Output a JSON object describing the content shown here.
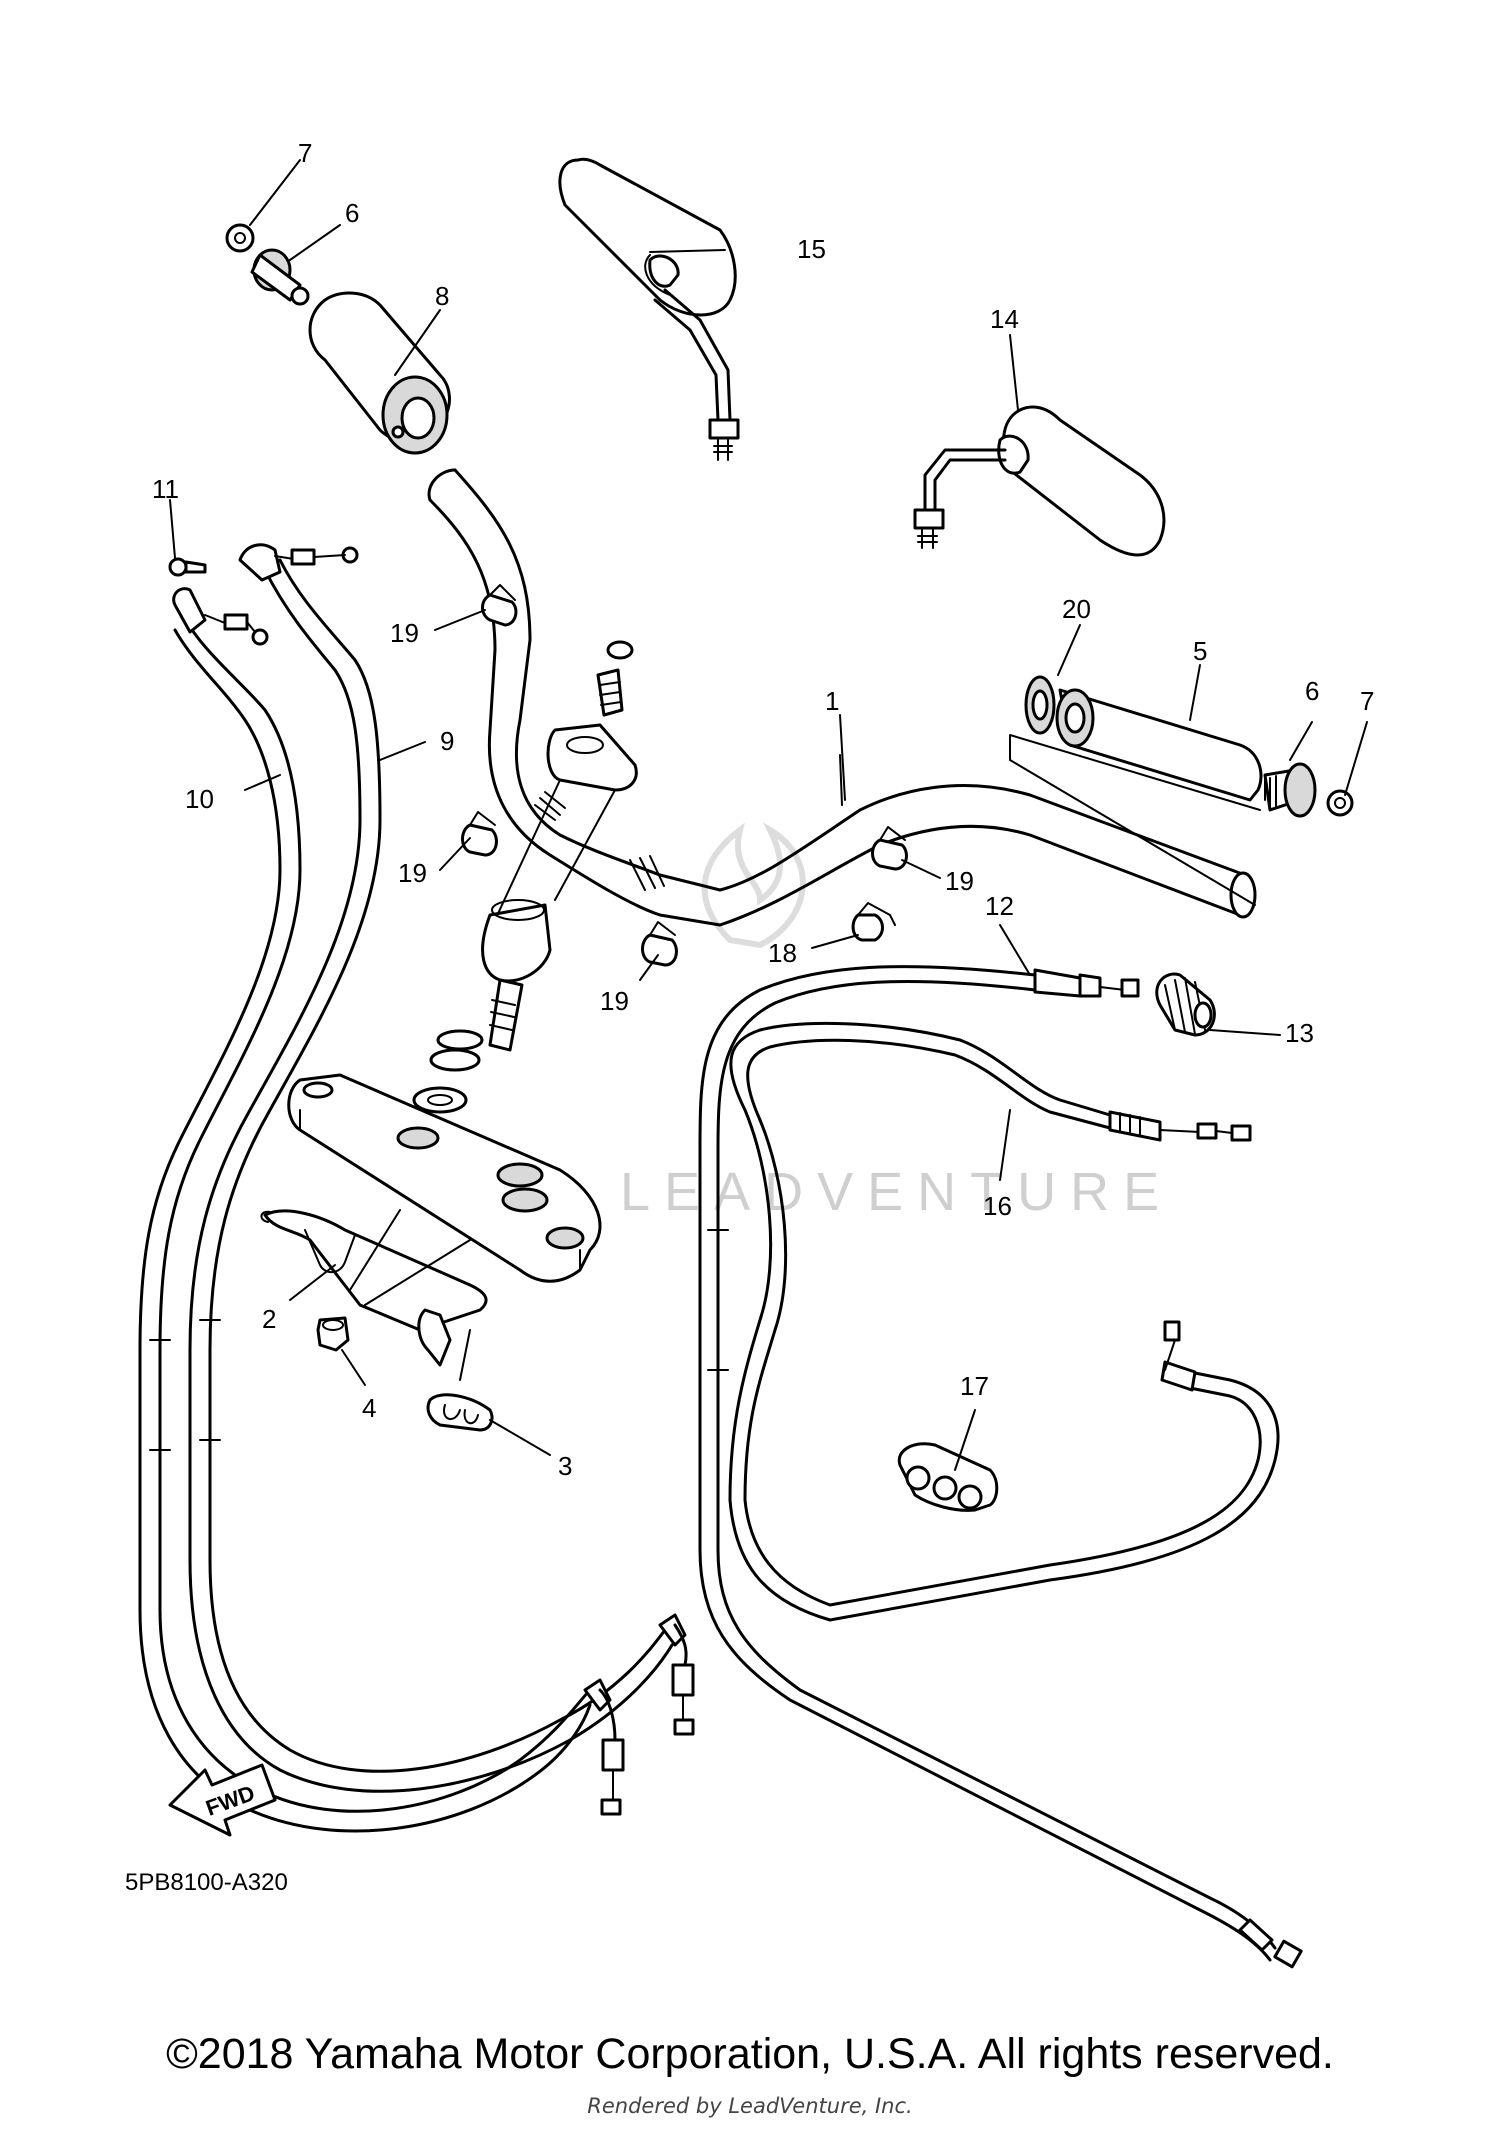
{
  "diagram_code": "5PB8100-A320",
  "fwd_label": "FWD",
  "watermark_text": "LEADVENTURE",
  "copyright": "©2018 Yamaha Motor Corporation, U.S.A. All rights reserved.",
  "rendered_by": "Rendered by LeadVenture, Inc.",
  "callouts": {
    "c1": "1",
    "c2": "2",
    "c3": "3",
    "c4": "4",
    "c5": "5",
    "c6a": "6",
    "c6b": "6",
    "c7a": "7",
    "c7b": "7",
    "c8": "8",
    "c9": "9",
    "c10": "10",
    "c11": "11",
    "c12": "12",
    "c13": "13",
    "c14": "14",
    "c15": "15",
    "c16": "16",
    "c17": "17",
    "c18": "18",
    "c19a": "19",
    "c19b": "19",
    "c19c": "19",
    "c19d": "19",
    "c20": "20"
  }
}
